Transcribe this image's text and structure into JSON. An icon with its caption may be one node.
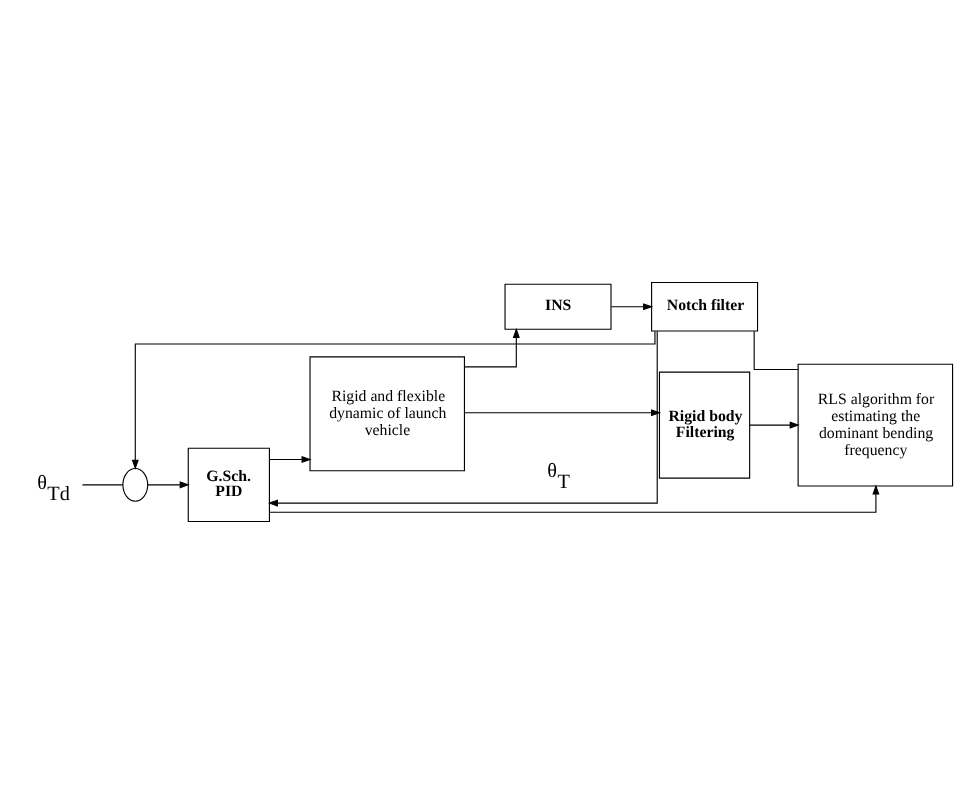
{
  "diagram": {
    "nodes": [
      {
        "text": [
          "θ$_{Td}$"
        ]
      },
      {
        "text": [],
        "shape": "circle"
      },
      {
        "text": [
          "G.Sch. PID"
        ]
      },
      {
        "text": [
          "Rigid and flexible dynamic of launch vehicle"
        ]
      },
      {
        "text": [
          "INS"
        ]
      },
      {
        "text": [
          "Notch filter"
        ]
      },
      {
        "text": [
          "Rigid body Filtering"
        ]
      },
      {
        "text": [
          "RLS algorithm for estimating the dominant bending frequency"
        ]
      }
    ],
    "edges": [
      {
        "from": 0,
        "to": 1,
        "arrow": "none"
      },
      {
        "from": 1,
        "to": 2,
        "arrow": "to"
      },
      {
        "from": 2,
        "to": 3,
        "arrow": "to"
      },
      {
        "from": 2,
        "to": 7,
        "arrow": "to"
      },
      {
        "from": 3,
        "to": 4,
        "arrow": "to"
      },
      {
        "from": 3,
        "to": 6,
        "arrow": "to"
      },
      {
        "from": 4,
        "to": 5,
        "arrow": "to"
      },
      {
        "from": 5,
        "to": 1,
        "arrow": "to"
      },
      {
        "from": 5,
        "to": 2,
        "arrow": "to"
      },
      {
        "from": 6,
        "to": 7,
        "arrow": "to"
      },
      {
        "from": 5,
        "to": 7,
        "arrow": "none"
      }
    ],
    "labels": [
      "θ$_{T}$"
    ]
  }
}
